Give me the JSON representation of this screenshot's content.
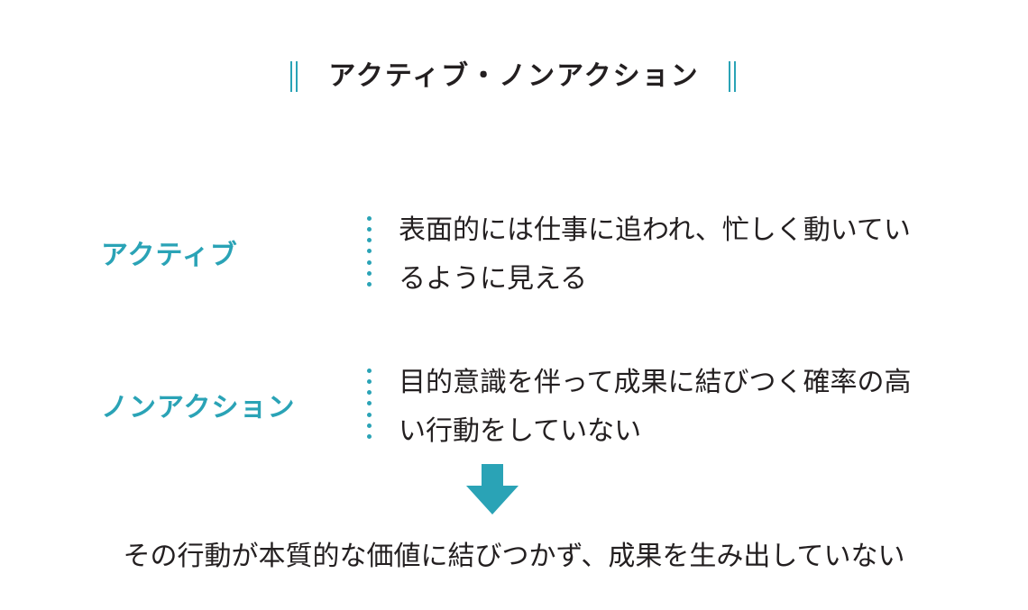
{
  "title": "アクティブ・ノンアクション",
  "rows": [
    {
      "label": "アクティブ",
      "description": "表面的には仕事に追われ、忙しく動いてい\nるように見える"
    },
    {
      "label": "ノンアクション",
      "description": "目的意識を伴って成果に結びつく確率の高\nい行動をしていない"
    }
  ],
  "conclusion": "その行動が本質的な価値に結びつかず、成果を生み出していない",
  "colors": {
    "accent": "#2aa3b6",
    "text": "#231f20"
  },
  "icons": {
    "arrow": "down-arrow-icon",
    "title_marks": "double-vertical-bar-icon"
  }
}
